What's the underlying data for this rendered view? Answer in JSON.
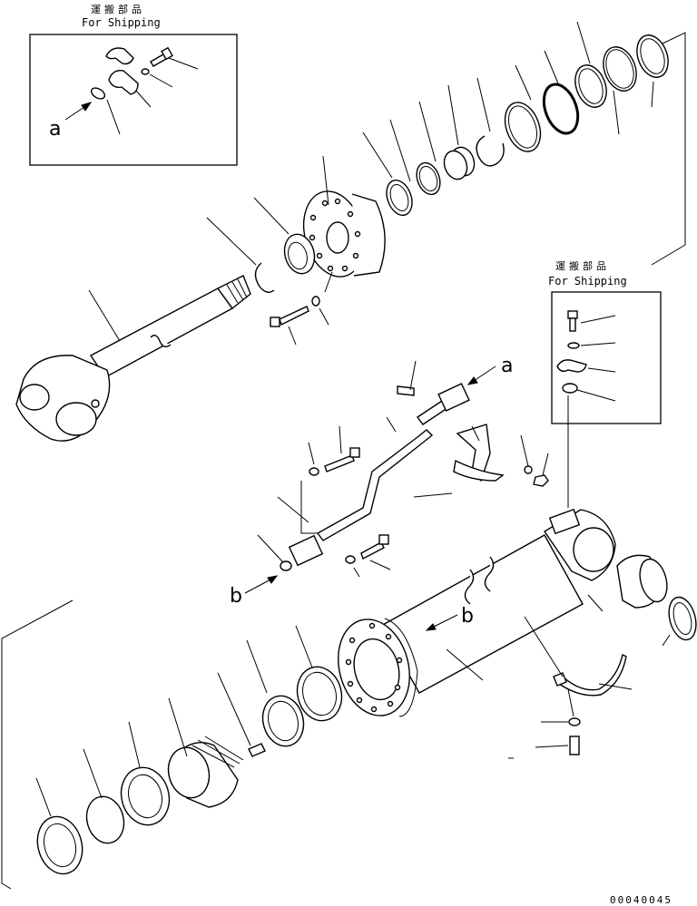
{
  "shipping_box_top": {
    "title_jp": "運搬部品",
    "title_en": "For Shipping",
    "arrow_letter": "a"
  },
  "shipping_box_right": {
    "title_jp": "運搬部品",
    "title_en": "For Shipping"
  },
  "arrow_labels": {
    "a_upper": "a",
    "b_left": "b",
    "b_cylinder": "b"
  },
  "drawing_code": "00040045"
}
